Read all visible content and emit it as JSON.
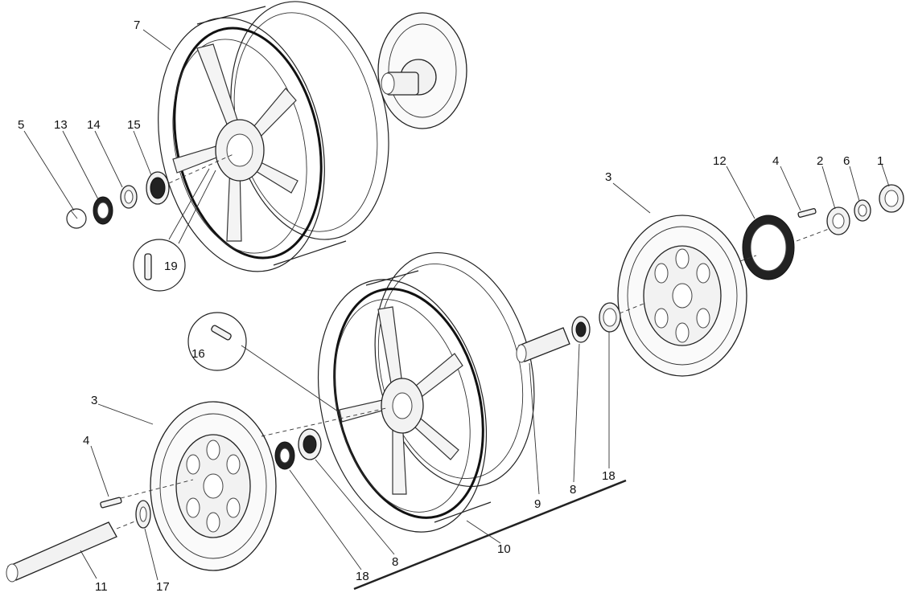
{
  "labels": {
    "l1": "1",
    "l2": "2",
    "l3a": "3",
    "l3b": "3",
    "l4a": "4",
    "l4b": "4",
    "l5": "5",
    "l6": "6",
    "l7": "7",
    "l8a": "8",
    "l8b": "8",
    "l9": "9",
    "l10": "10",
    "l11": "11",
    "l12": "12",
    "l13": "13",
    "l14": "14",
    "l15": "15",
    "l16": "16",
    "l17": "17",
    "l18a": "18",
    "l18b": "18",
    "l19": "19"
  }
}
